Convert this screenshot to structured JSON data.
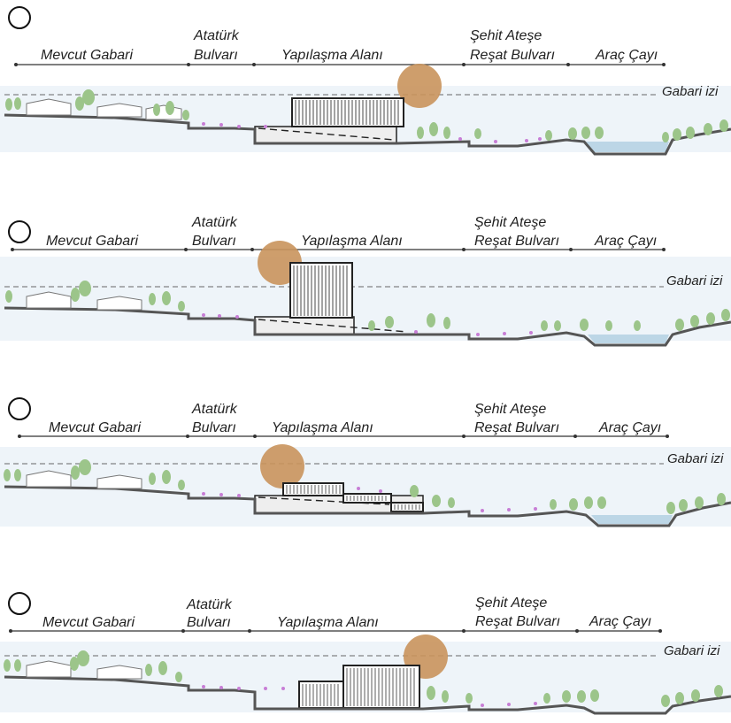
{
  "colors": {
    "sky": "#eef4f9",
    "ground": "#555555",
    "tree": "#9cc58a",
    "flower": "#c77ed6",
    "sun": "#c9945c",
    "building_stroke": "#222222",
    "water": "#bcd6e6",
    "basement": "#eeeeee"
  },
  "panels": [
    {
      "labels": {
        "mevcut": "Mevcut Gabari",
        "ataturk_line1": "Atatürk",
        "ataturk_line2": "Bulvarı",
        "yapilasma": "Yapılaşma Alanı",
        "sehit_line1": "Şehit Ateşe",
        "sehit_line2": "Reşat Bulvarı",
        "arac": "Araç Çayı",
        "gabari_izi": "Gabari izi"
      },
      "icon": "circle-icon",
      "building_variant": "wide-low-block"
    },
    {
      "labels": {
        "mevcut": "Mevcut Gabari",
        "ataturk_line1": "Atatürk",
        "ataturk_line2": "Bulvarı",
        "yapilasma": "Yapılaşma Alanı",
        "sehit_line1": "Şehit Ateşe",
        "sehit_line2": "Reşat Bulvarı",
        "arac": "Araç Çayı",
        "gabari_izi": "Gabari izi"
      },
      "icon": "circle-icon",
      "building_variant": "tall-tower"
    },
    {
      "labels": {
        "mevcut": "Mevcut Gabari",
        "ataturk_line1": "Atatürk",
        "ataturk_line2": "Bulvarı",
        "yapilasma": "Yapılaşma Alanı",
        "sehit_line1": "Şehit Ateşe",
        "sehit_line2": "Reşat Bulvarı",
        "arac": "Araç Çayı",
        "gabari_izi": "Gabari izi"
      },
      "icon": "circle-icon",
      "building_variant": "terraced-low"
    },
    {
      "labels": {
        "mevcut": "Mevcut Gabari",
        "ataturk_line1": "Atatürk",
        "ataturk_line2": "Bulvarı",
        "yapilasma": "Yapılaşma Alanı",
        "sehit_line1": "Şehit Ateşe",
        "sehit_line2": "Reşat Bulvarı",
        "arac": "Araç Çayı",
        "gabari_izi": "Gabari izi"
      },
      "icon": "circle-icon",
      "building_variant": "stepped-rising"
    }
  ]
}
